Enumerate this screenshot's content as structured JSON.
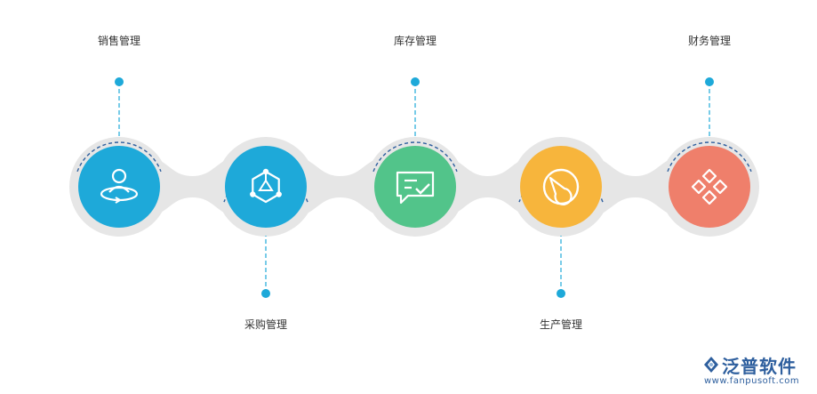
{
  "nodes": [
    {
      "label": "销售管理",
      "color": "#1ea9d9",
      "icon": "user-orbit-icon",
      "label_position": "top"
    },
    {
      "label": "采购管理",
      "color": "#1ea9d9",
      "icon": "network-cube-icon",
      "label_position": "bottom"
    },
    {
      "label": "库存管理",
      "color": "#52c48a",
      "icon": "message-check-icon",
      "label_position": "top"
    },
    {
      "label": "生产管理",
      "color": "#f7b53c",
      "icon": "dial-chart-icon",
      "label_position": "bottom"
    },
    {
      "label": "财务管理",
      "color": "#ef7f6b",
      "icon": "diamond-grid-icon",
      "label_position": "top"
    }
  ],
  "connector_color": "#e6e6e6",
  "accent_color": "#1ea9d9",
  "logo": {
    "name": "泛普软件",
    "domain": "www.fanpusoft.com"
  }
}
